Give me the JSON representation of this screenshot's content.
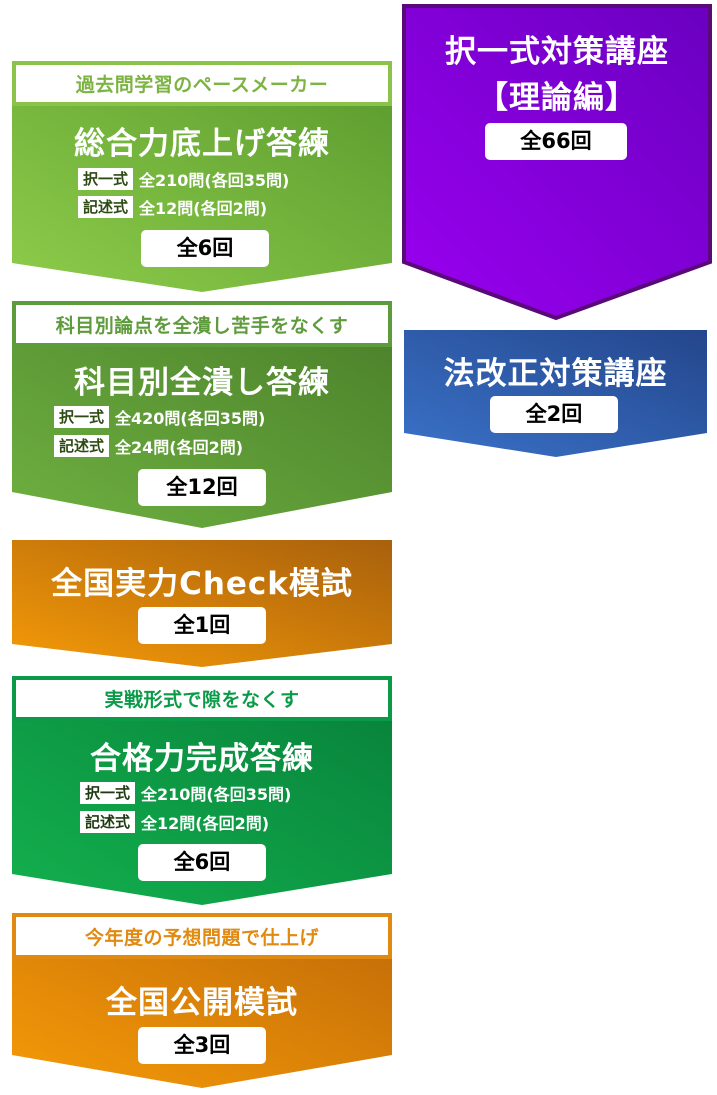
{
  "left_flow": [
    {
      "subtitle": "過去問学習のペースメーカー",
      "title": "総合力底上げ答練",
      "specs": [
        {
          "label": "択一式",
          "value": "全210問(各回35問)"
        },
        {
          "label": "記述式",
          "value": "全12問(各回2問)"
        }
      ],
      "count": "全6回",
      "colors": {
        "border": "#8bc34a",
        "subtitle_text": "#7cb342",
        "grad_from": "#8dcc4a",
        "grad_to": "#5a9a2e",
        "tag_text": "#2e4a12"
      }
    },
    {
      "subtitle": "科目別論点を全潰し苦手をなくす",
      "title": "科目別全潰し答練",
      "specs": [
        {
          "label": "択一式",
          "value": "全420問(各回35問)"
        },
        {
          "label": "記述式",
          "value": "全24問(各回2問)"
        }
      ],
      "count": "全12回",
      "colors": {
        "border": "#5e9b3c",
        "subtitle_text": "#5e9b3c",
        "grad_from": "#6eb040",
        "grad_to": "#4a7f2a",
        "tag_text": "#2e4a12"
      }
    },
    {
      "title": "全国実力Check模試",
      "count": "全1回",
      "colors": {
        "grad_from": "#f39a0a",
        "grad_to": "#a8600c"
      }
    },
    {
      "subtitle": "実戦形式で隙をなくす",
      "title": "合格力完成答練",
      "specs": [
        {
          "label": "択一式",
          "value": "全210問(各回35問)"
        },
        {
          "label": "記述式",
          "value": "全12問(各回2問)"
        }
      ],
      "count": "全6回",
      "colors": {
        "border": "#0a9a48",
        "subtitle_text": "#0a9a48",
        "grad_from": "#13b04e",
        "grad_to": "#07803a",
        "tag_text": "#1e3a10"
      }
    },
    {
      "subtitle": "今年度の予想問題で仕上げ",
      "title": "全国公開模試",
      "count": "全3回",
      "colors": {
        "border": "#e08a12",
        "subtitle_text": "#e08a12",
        "grad_from": "#f59a08",
        "grad_to": "#c06a08"
      }
    }
  ],
  "right_flow": [
    {
      "title_line1": "択一式対策講座",
      "title_line2": "【理論編】",
      "count": "全66回",
      "colors": {
        "border": "#5a0a78",
        "grad_from": "#9a00f0",
        "grad_to": "#6a00c8"
      }
    },
    {
      "title": "法改正対策講座",
      "count": "全2回",
      "colors": {
        "grad_from": "#3a72c8",
        "grad_to": "#24468c"
      }
    }
  ]
}
